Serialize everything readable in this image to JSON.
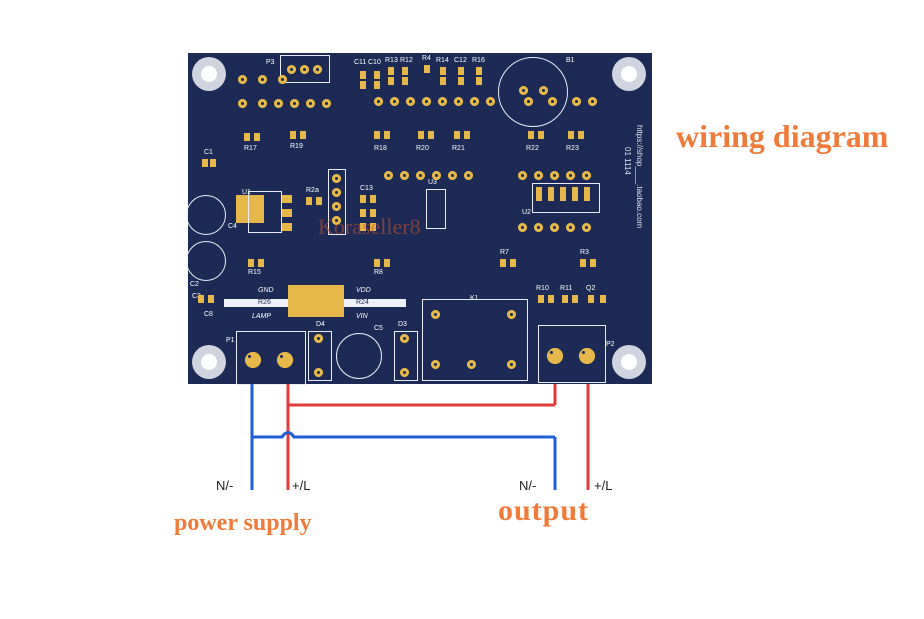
{
  "title": "wiring diagram",
  "watermark": "Koraseller8",
  "board_url": "https://shop____.taobao.com",
  "board_url_extra": "01 1114",
  "colors": {
    "board": "#1c2a55",
    "pad": "#e6b84a",
    "wire_negative": "#1f5fd6",
    "wire_positive": "#e23b3b",
    "label": "#f07a3a"
  },
  "power": {
    "label": "power supply",
    "neg": "N/-",
    "pos": "+/L"
  },
  "output": {
    "label": "output",
    "neg": "N/-",
    "pos": "+/L"
  },
  "silk": {
    "p3": "P3",
    "c11": "C11",
    "c10": "C10",
    "r13": "R13",
    "r12": "R12",
    "r4": "R4",
    "r14": "R14",
    "c12": "C12",
    "r16": "R16",
    "b1": "B1",
    "c1": "C1",
    "r17": "R17",
    "r19": "R19",
    "r18": "R18",
    "r20": "R20",
    "r21": "R21",
    "r22": "R22",
    "r23": "R23",
    "u1": "U1",
    "r2a": "R2a",
    "c13": "C13",
    "u3": "U3",
    "u2": "U2",
    "c4": "C4",
    "c2": "C2",
    "r15": "R15",
    "r8": "R8",
    "r7": "R7",
    "r3": "R3",
    "c3": "C3",
    "c8": "C8",
    "gnd": "GND",
    "vdd": "VDD",
    "r26": "R26",
    "r24": "R24",
    "lamp": "LAMP",
    "vin": "VIN",
    "k1": "K1",
    "r10": "R10",
    "r11": "R11",
    "q2": "Q2",
    "p1": "P1",
    "d4": "D4",
    "c5": "C5",
    "d3": "D3",
    "p2": "P2"
  }
}
